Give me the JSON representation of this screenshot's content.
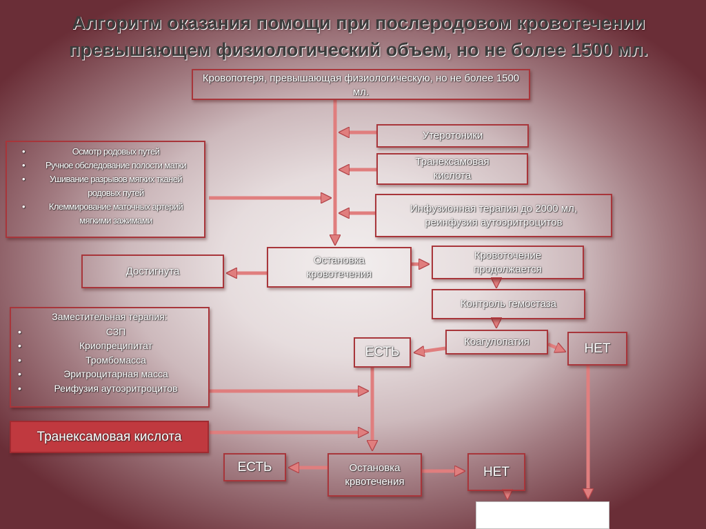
{
  "title": "Алгоритм оказания помощи при послеродовом кровотечении превышающем физиологический объем, но не более 1500 мл.",
  "nodes": {
    "blood_loss": "Кровопотеря, превышающая физиологическую, но не более 1500 мл.",
    "uterotonics": "Утеротоники",
    "tranexamic_1": "Транексамовая кислота",
    "infusion": "Инфузионная терапия до 2000 мл, реинфузия аутоэритроцитов",
    "measures": [
      "Осмотр родовых путей",
      "Ручное обследование полости матки",
      "Ушивание разрывов мягких тканей родовых путей",
      "Клеммирование маточных артерий мягкими зажимами"
    ],
    "achieved": "Достигнута",
    "stop_bleeding_1": "Остановка кровотечения",
    "bleeding_continues": "Кровоточение продолжается",
    "hemostasis_control": "Контроль гемостаза",
    "coagulopathy": "Коагулопатия",
    "yes_1": "ЕСТЬ",
    "no_1": "НЕТ",
    "replacement_title": "Заместительная терапия:",
    "replacement_items": [
      "СЗП",
      "Криопреципитат",
      "Тромбомасса",
      "Эритроцитарная масса",
      "Реифузия аутоэритроцитов"
    ],
    "tranexamic_2": "Транексамовая кислота",
    "yes_2": "ЕСТЬ",
    "stop_bleeding_2": "Остановка крвотечения",
    "no_2": "НЕТ"
  },
  "colors": {
    "arrow": "#e07e7e",
    "arrow_edge": "#b2454a",
    "box_border": "#a8353a",
    "filled_box": "#c0393f"
  }
}
